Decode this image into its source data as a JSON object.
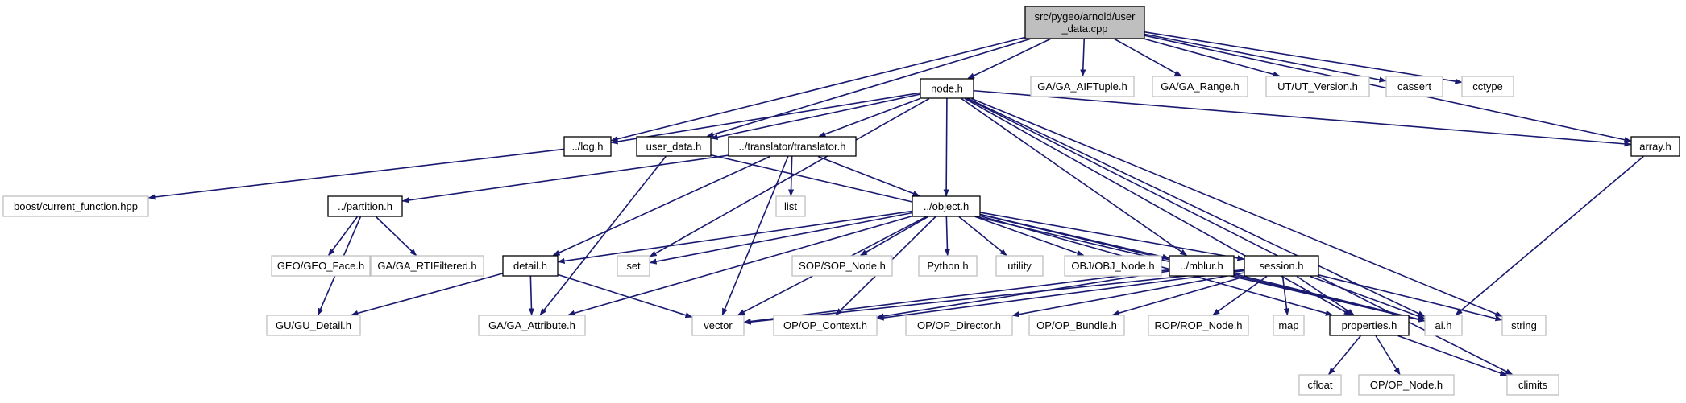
{
  "colors": {
    "edge": "#191970",
    "root_fill": "#bfbfbf",
    "root_border": "#000000",
    "node_fill": "#ffffff",
    "node_border": "#000000",
    "external_border": "#bfbfbf",
    "text": "#000000"
  },
  "nodes": [
    {
      "id": "root",
      "label": "src/pygeo/arnold/user\n_data.cpp",
      "kind": "root"
    },
    {
      "id": "node_h",
      "label": "node.h",
      "kind": "header"
    },
    {
      "id": "ga_aif",
      "label": "GA/GA_AIFTuple.h",
      "kind": "external"
    },
    {
      "id": "ga_range",
      "label": "GA/GA_Range.h",
      "kind": "external"
    },
    {
      "id": "ut_version",
      "label": "UT/UT_Version.h",
      "kind": "external"
    },
    {
      "id": "cassert",
      "label": "cassert",
      "kind": "external"
    },
    {
      "id": "cctype",
      "label": "cctype",
      "kind": "external"
    },
    {
      "id": "log_h",
      "label": "../log.h",
      "kind": "header"
    },
    {
      "id": "user_data_h",
      "label": "user_data.h",
      "kind": "header"
    },
    {
      "id": "translator_h",
      "label": "../translator/translator.h",
      "kind": "header"
    },
    {
      "id": "array_h",
      "label": "array.h",
      "kind": "header"
    },
    {
      "id": "boost_cf",
      "label": "boost/current_function.hpp",
      "kind": "external"
    },
    {
      "id": "partition_h",
      "label": "../partition.h",
      "kind": "header"
    },
    {
      "id": "list",
      "label": "list",
      "kind": "external"
    },
    {
      "id": "object_h",
      "label": "../object.h",
      "kind": "header"
    },
    {
      "id": "geo_face",
      "label": "GEO/GEO_Face.h",
      "kind": "external"
    },
    {
      "id": "ga_rti",
      "label": "GA/GA_RTIFiltered.h",
      "kind": "external"
    },
    {
      "id": "set",
      "label": "set",
      "kind": "external"
    },
    {
      "id": "sop_node",
      "label": "SOP/SOP_Node.h",
      "kind": "external"
    },
    {
      "id": "python_h",
      "label": "Python.h",
      "kind": "external"
    },
    {
      "id": "utility",
      "label": "utility",
      "kind": "external"
    },
    {
      "id": "obj_node",
      "label": "OBJ/OBJ_Node.h",
      "kind": "external"
    },
    {
      "id": "mblur_h",
      "label": "../mblur.h",
      "kind": "header"
    },
    {
      "id": "session_h",
      "label": "session.h",
      "kind": "header"
    },
    {
      "id": "detail_h",
      "label": "detail.h",
      "kind": "header"
    },
    {
      "id": "gu_detail",
      "label": "GU/GU_Detail.h",
      "kind": "external"
    },
    {
      "id": "ga_attr",
      "label": "GA/GA_Attribute.h",
      "kind": "external"
    },
    {
      "id": "vector",
      "label": "vector",
      "kind": "external"
    },
    {
      "id": "op_context",
      "label": "OP/OP_Context.h",
      "kind": "external"
    },
    {
      "id": "op_director",
      "label": "OP/OP_Director.h",
      "kind": "external"
    },
    {
      "id": "op_bundle",
      "label": "OP/OP_Bundle.h",
      "kind": "external"
    },
    {
      "id": "rop_node",
      "label": "ROP/ROP_Node.h",
      "kind": "external"
    },
    {
      "id": "map",
      "label": "map",
      "kind": "external"
    },
    {
      "id": "properties_h",
      "label": "properties.h",
      "kind": "header"
    },
    {
      "id": "ai_h",
      "label": "ai.h",
      "kind": "external"
    },
    {
      "id": "string",
      "label": "string",
      "kind": "external"
    },
    {
      "id": "cfloat",
      "label": "cfloat",
      "kind": "external"
    },
    {
      "id": "op_node",
      "label": "OP/OP_Node.h",
      "kind": "external"
    },
    {
      "id": "climits",
      "label": "climits",
      "kind": "external"
    }
  ],
  "edges": [
    [
      "root",
      "node_h"
    ],
    [
      "root",
      "ga_aif"
    ],
    [
      "root",
      "ga_range"
    ],
    [
      "root",
      "ut_version"
    ],
    [
      "root",
      "cassert"
    ],
    [
      "root",
      "cctype"
    ],
    [
      "root",
      "log_h"
    ],
    [
      "root",
      "user_data_h"
    ],
    [
      "root",
      "array_h"
    ],
    [
      "node_h",
      "log_h"
    ],
    [
      "node_h",
      "user_data_h"
    ],
    [
      "node_h",
      "translator_h"
    ],
    [
      "node_h",
      "object_h"
    ],
    [
      "node_h",
      "set"
    ],
    [
      "node_h",
      "mblur_h"
    ],
    [
      "node_h",
      "properties_h"
    ],
    [
      "node_h",
      "ai_h"
    ],
    [
      "node_h",
      "string"
    ],
    [
      "node_h",
      "climits"
    ],
    [
      "node_h",
      "array_h"
    ],
    [
      "log_h",
      "boost_cf"
    ],
    [
      "user_data_h",
      "ga_attr"
    ],
    [
      "user_data_h",
      "ai_h"
    ],
    [
      "translator_h",
      "partition_h"
    ],
    [
      "translator_h",
      "list"
    ],
    [
      "translator_h",
      "object_h"
    ],
    [
      "translator_h",
      "detail_h"
    ],
    [
      "translator_h",
      "vector"
    ],
    [
      "array_h",
      "ai_h"
    ],
    [
      "partition_h",
      "geo_face"
    ],
    [
      "partition_h",
      "ga_rti"
    ],
    [
      "partition_h",
      "gu_detail"
    ],
    [
      "object_h",
      "set"
    ],
    [
      "object_h",
      "sop_node"
    ],
    [
      "object_h",
      "python_h"
    ],
    [
      "object_h",
      "utility"
    ],
    [
      "object_h",
      "obj_node"
    ],
    [
      "object_h",
      "mblur_h"
    ],
    [
      "object_h",
      "session_h"
    ],
    [
      "object_h",
      "detail_h"
    ],
    [
      "object_h",
      "ga_attr"
    ],
    [
      "object_h",
      "vector"
    ],
    [
      "object_h",
      "op_context"
    ],
    [
      "object_h",
      "properties_h"
    ],
    [
      "object_h",
      "ai_h"
    ],
    [
      "detail_h",
      "gu_detail"
    ],
    [
      "detail_h",
      "ga_attr"
    ],
    [
      "detail_h",
      "vector"
    ],
    [
      "mblur_h",
      "vector"
    ],
    [
      "mblur_h",
      "op_context"
    ],
    [
      "mblur_h",
      "ai_h"
    ],
    [
      "session_h",
      "vector"
    ],
    [
      "session_h",
      "op_context"
    ],
    [
      "session_h",
      "op_director"
    ],
    [
      "session_h",
      "op_bundle"
    ],
    [
      "session_h",
      "rop_node"
    ],
    [
      "session_h",
      "map"
    ],
    [
      "session_h",
      "properties_h"
    ],
    [
      "session_h",
      "ai_h"
    ],
    [
      "session_h",
      "string"
    ],
    [
      "properties_h",
      "cfloat"
    ],
    [
      "properties_h",
      "op_node"
    ],
    [
      "properties_h",
      "climits"
    ]
  ]
}
